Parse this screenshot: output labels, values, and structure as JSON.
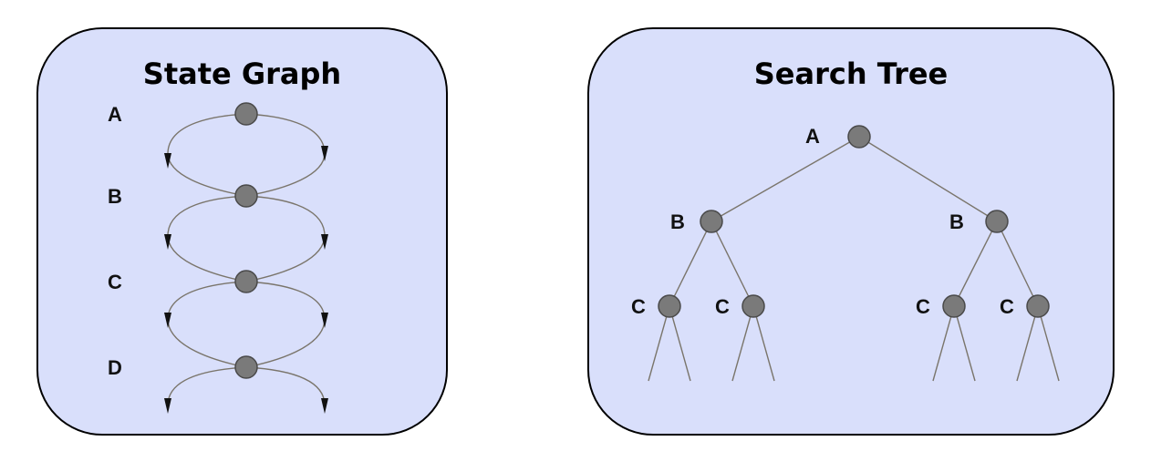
{
  "colors": {
    "panel_fill": "#d9dffb",
    "panel_border": "#000000",
    "node_fill": "#7a7a7a",
    "edge": "#7a756b"
  },
  "state_graph": {
    "title": "State Graph",
    "levels": [
      "A",
      "B",
      "C",
      "D"
    ]
  },
  "search_tree": {
    "title": "Search Tree",
    "root": "A",
    "level1": [
      "B",
      "B"
    ],
    "level2": [
      "C",
      "C",
      "C",
      "C"
    ]
  }
}
